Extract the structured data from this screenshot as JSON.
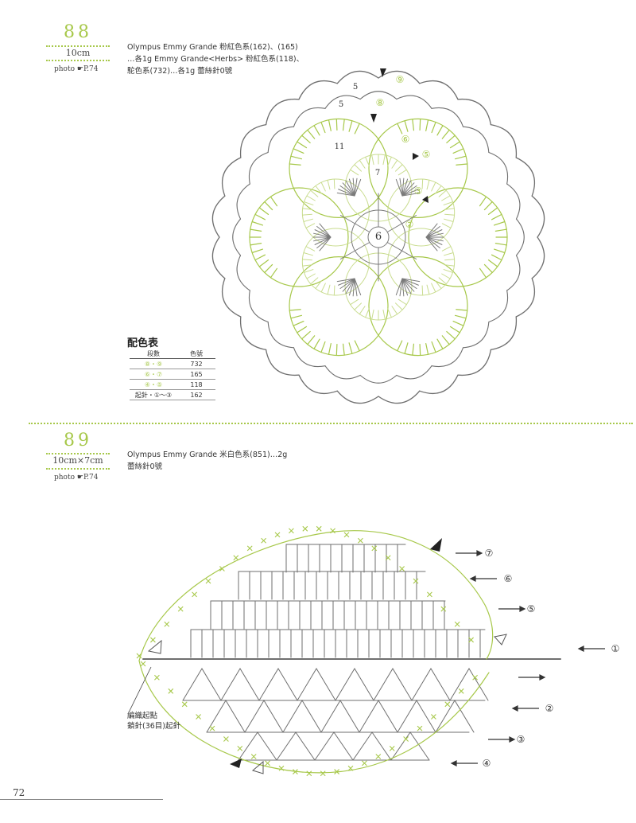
{
  "pattern88": {
    "number": "88",
    "size": "10cm",
    "photo": "photo ☛P.74",
    "materials": [
      "Olympus Emmy Grande 粉紅色系(162)、(165)",
      "…各1g Emmy Grande<Herbs> 粉紅色系(118)、",
      "駝色系(732)…各1g 蕾絲針0號"
    ],
    "round_labels": [
      "⑨",
      "⑧",
      "⑥",
      "⑤",
      "③",
      "②"
    ],
    "stitch_counts": [
      "5",
      "5",
      "11",
      "7",
      "6"
    ],
    "color_table": {
      "title": "配色表",
      "headers": [
        "段數",
        "色號"
      ],
      "rows": [
        {
          "rounds": "⑧・⑨",
          "color": "732"
        },
        {
          "rounds": "⑥・⑦",
          "color": "165"
        },
        {
          "rounds": "④・⑤",
          "color": "118"
        },
        {
          "rounds": "起針・①〜③",
          "color": "162"
        }
      ]
    }
  },
  "pattern89": {
    "number": "89",
    "size": "10cm×7cm",
    "photo": "photo ☛P.74",
    "materials": [
      "Olympus Emmy Grande 米白色系(851)…2g",
      "蕾絲針0號"
    ],
    "start_note": [
      "編織起點",
      "鎖針(36目)起針"
    ],
    "row_labels": [
      "⑦",
      "⑥",
      "⑤",
      "①",
      "②",
      "③",
      "④"
    ]
  },
  "page_number": "72",
  "colors": {
    "accent_green": "#a7c84a",
    "ink": "#555555"
  }
}
